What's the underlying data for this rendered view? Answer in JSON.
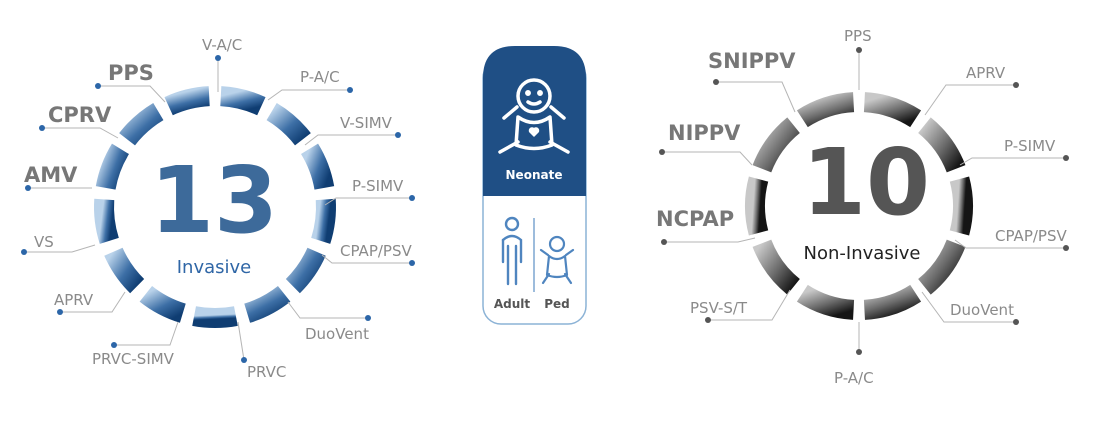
{
  "invasive": {
    "count": "13",
    "label": "Invasive",
    "modes": [
      "V-A/C",
      "P-A/C",
      "V-SIMV",
      "P-SIMV",
      "CPAP/PSV",
      "DuoVent",
      "PRVC",
      "PRVC-SIMV",
      "APRV",
      "VS",
      "AMV",
      "CPRV",
      "PPS"
    ]
  },
  "noninvasive": {
    "count": "10",
    "label": "Non-Invasive",
    "modes": [
      "PPS",
      "APRV",
      "P-SIMV",
      "CPAP/PSV",
      "DuoVent",
      "P-A/C",
      "PSV-S/T",
      "NCPAP",
      "NIPPV",
      "SNIPPV"
    ]
  },
  "patient_card": {
    "top_label": "Neonate",
    "left_label": "Adult",
    "right_label": "Ped",
    "color_top": "#1f4f85"
  }
}
